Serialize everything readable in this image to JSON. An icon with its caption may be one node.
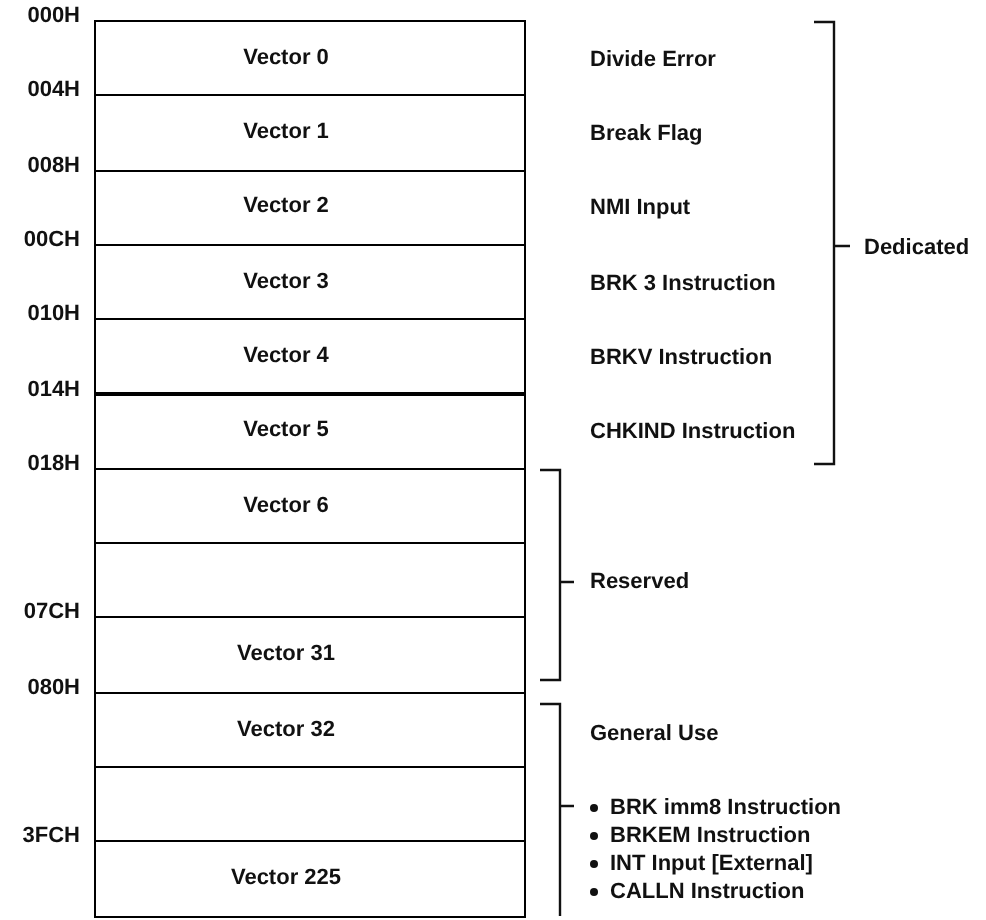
{
  "diagram": {
    "nodes": [
      {
        "text": [
          "Vector 0"
        ],
        "beside": [
          "Divide Error"
        ]
      },
      {
        "text": [
          "Vector 1"
        ],
        "beside": [
          "Break Flag"
        ]
      },
      {
        "text": [
          "Vector 2"
        ],
        "beside": [
          "NMI Input"
        ]
      },
      {
        "text": [
          "Vector 3"
        ],
        "beside": [
          "BRK 3 Instruction"
        ]
      },
      {
        "text": [
          "Vector 4"
        ],
        "beside": [
          "BRKV Instruction"
        ]
      },
      {
        "text": [
          "Vector 5"
        ],
        "beside": [
          "CHKIND Instruction"
        ]
      },
      {
        "text": [
          "Vector 6"
        ]
      },
      {
        "text": [],
        "shape": "box"
      },
      {
        "text": [
          "Vector 31"
        ]
      },
      {
        "text": [
          "Vector 32"
        ]
      },
      {
        "text": [],
        "shape": "box"
      },
      {
        "text": [
          "Vector 225"
        ]
      }
    ],
    "edges": [],
    "labels": [
      "000H",
      "004H",
      "008H",
      "00CH",
      "010H",
      "014H",
      "018H",
      "07CH",
      "080H",
      "3FCH",
      "Dedicated",
      "Reserved",
      "General Use",
      "BRK imm8 Instruction",
      "BRKEM Instruction",
      "INT Input [External]",
      "CALLN Instruction"
    ]
  }
}
